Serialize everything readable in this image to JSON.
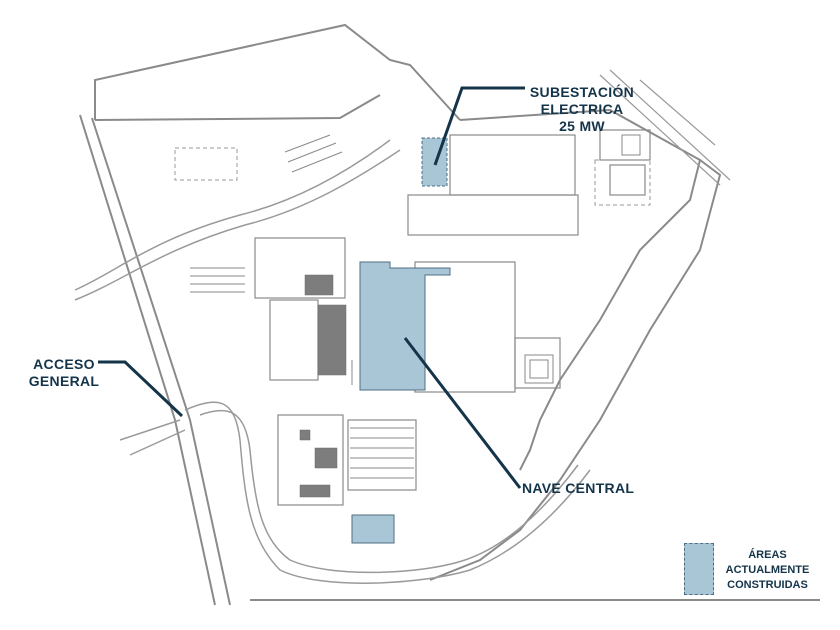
{
  "colors": {
    "built_fill": "#a9c6d6",
    "built_stroke": "#4f6e83",
    "leader": "#14344a",
    "linework": "#8a8a8a"
  },
  "labels": {
    "subestacion_1": "SUBESTACIÓN",
    "subestacion_2": "ELECTRICA",
    "subestacion_3": "25 MW",
    "acceso_1": "ACCESO",
    "acceso_2": "GENERAL",
    "nave_central": "NAVE CENTRAL"
  },
  "legend": {
    "line1": "ÁREAS",
    "line2": "ACTUALMENTE",
    "line3": "CONSTRUIDAS"
  }
}
